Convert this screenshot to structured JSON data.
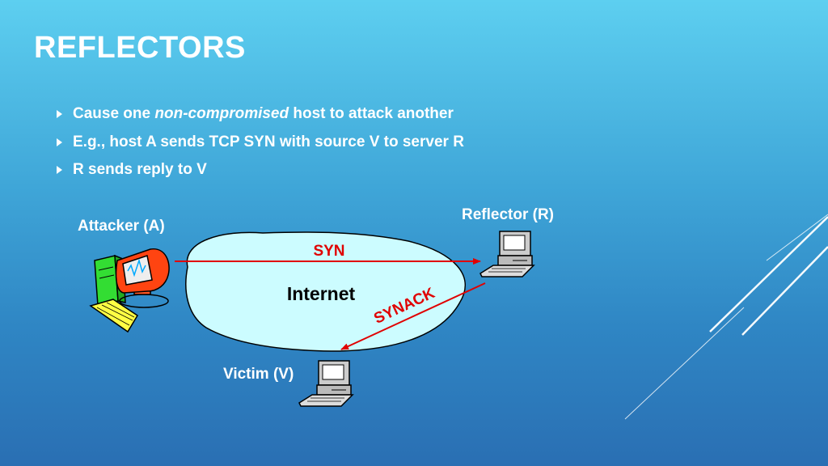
{
  "title": "REFLECTORS",
  "bullets": {
    "b1_pre": "Cause one",
    "b1_em": "non-compromised",
    "b1_post": "host to attack another",
    "b2": "E.g., host A sends TCP SYN with source V to server R",
    "b3": "R sends reply to V"
  },
  "diagram": {
    "attacker_label": "Attacker (A)",
    "reflector_label": "Reflector (R)",
    "victim_label": "Victim (V)",
    "cloud_label": "Internet",
    "syn_label": "SYN",
    "synack_label": "SYNACK",
    "arrow_color": "#e00000"
  }
}
